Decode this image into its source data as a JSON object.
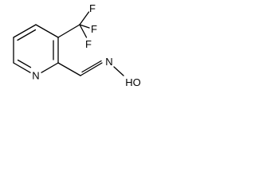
{
  "molecule": {
    "atom_labels": {
      "ring_nitrogen": "N",
      "fluorine_top": "F",
      "fluorine_right": "F",
      "fluorine_bottom": "F",
      "oxime_nitrogen": "N",
      "hydroxyl": "HO"
    }
  }
}
